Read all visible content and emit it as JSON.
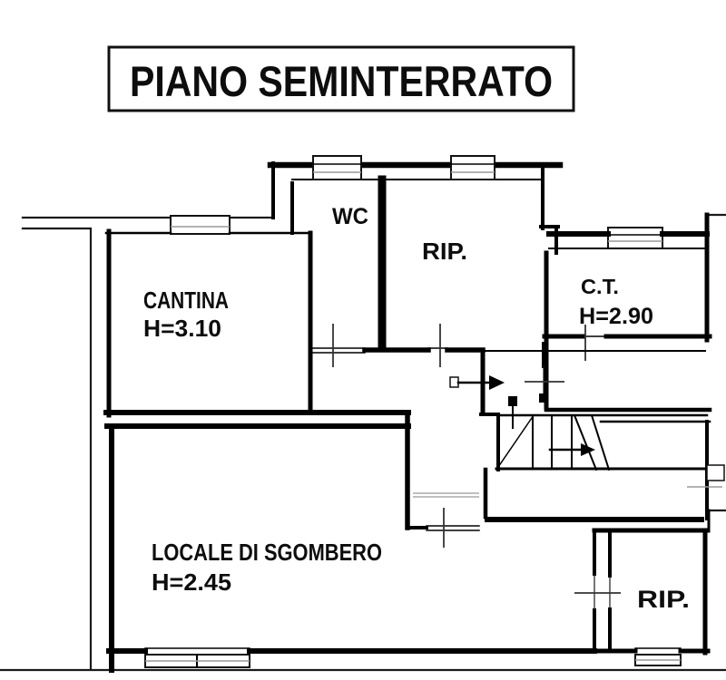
{
  "title": "PIANO SEMINTERRATO",
  "rooms": {
    "cantina": {
      "name": "CANTINA",
      "height": "H=3.10"
    },
    "wc": {
      "name": "WC"
    },
    "rip_top": {
      "name": "RIP."
    },
    "ct": {
      "name": "C.T.",
      "height": "H=2.90"
    },
    "locale": {
      "name": "LOCALE DI SGOMBERO",
      "height": "H=2.45"
    },
    "rip_bottom": {
      "name": "RIP."
    }
  },
  "symbols": {
    "stairs_direction": "right",
    "entrance_arrow_direction": "right"
  },
  "colors": {
    "wall": "#000000",
    "paper": "#ffffff",
    "tick": "#333333",
    "faint_line": "#999999"
  }
}
